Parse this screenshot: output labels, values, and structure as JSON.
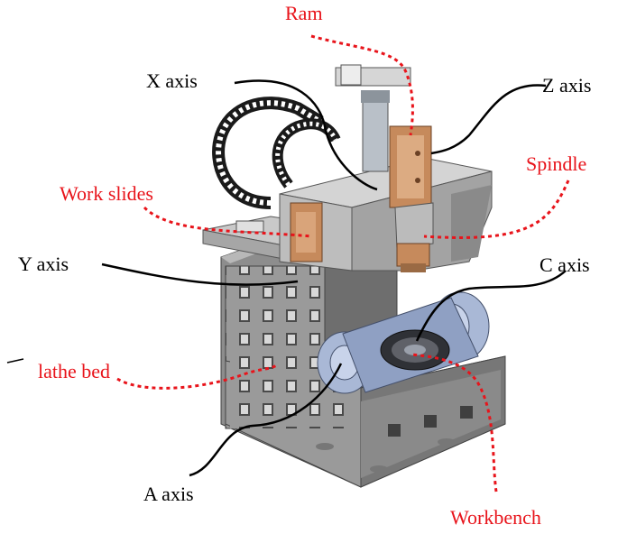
{
  "labels": {
    "ram": "Ram",
    "x_axis": "X axis",
    "z_axis": "Z axis",
    "spindle": "Spindle",
    "work_slides": "Work slides",
    "y_axis": "Y axis",
    "c_axis": "C axis",
    "lathe_bed": "lathe bed",
    "a_axis": "A axis",
    "workbench": "Workbench"
  },
  "colors": {
    "machine_gray": "#8f8f8f",
    "machine_dark": "#5a5a5a",
    "copper": "#c68a5c",
    "rotary_blue": "#a9b8d6",
    "label_red": "#e8141b",
    "label_black": "#000000"
  }
}
